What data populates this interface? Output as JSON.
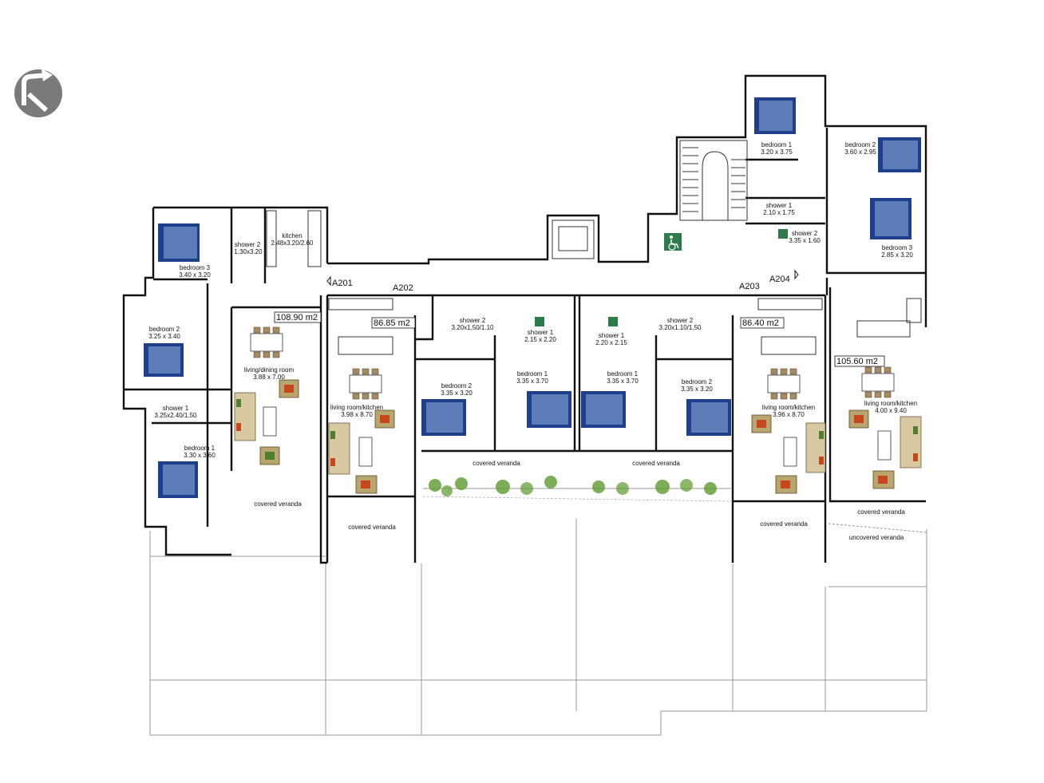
{
  "logo": {
    "icon": "circular-arrow-logo",
    "color": "#7a7a7a"
  },
  "units": [
    {
      "id": "A201",
      "area": "108.90 m2"
    },
    {
      "id": "A202",
      "area": "86.85 m2"
    },
    {
      "id": "A203",
      "area": "86.40 m2"
    },
    {
      "id": "A204",
      "area": "105.60 m2"
    }
  ],
  "rooms": {
    "a201_bedroom3": {
      "name": "bedroom 3",
      "dims": "3.40 x 3.20"
    },
    "a201_shower2": {
      "name": "shower 2",
      "dims": "1.30x3.20"
    },
    "a201_kitchen": {
      "name": "kitchen",
      "dims": "2.48x3.20/2.60"
    },
    "a201_bedroom2": {
      "name": "bedroom 2",
      "dims": "3.25 x 3.40"
    },
    "a201_living": {
      "name": "living/dining room",
      "dims": "3.88 x 7.00"
    },
    "a201_shower1": {
      "name": "shower 1",
      "dims": "3.25x2.40/1.50"
    },
    "a201_bedroom1": {
      "name": "bedroom 1",
      "dims": "3.30 x 3.60"
    },
    "a202_shower2": {
      "name": "shower 2",
      "dims": "3.20x1.50/1.10"
    },
    "a202_shower1": {
      "name": "shower 1",
      "dims": "2.15 x 2.20"
    },
    "a202_living": {
      "name": "living room/kitchen",
      "dims": "3.98 x 8.70"
    },
    "a202_bedroom2": {
      "name": "bedroom 2",
      "dims": "3.35 x 3.20"
    },
    "a202_bedroom1": {
      "name": "bedroom 1",
      "dims": "3.35 x 3.70"
    },
    "a203_shower1": {
      "name": "shower 1",
      "dims": "2.20 x 2.15"
    },
    "a203_shower2": {
      "name": "shower 2",
      "dims": "3.20x1.10/1.50"
    },
    "a203_bedroom1": {
      "name": "bedroom 1",
      "dims": "3.35 x 3.70"
    },
    "a203_bedroom2": {
      "name": "bedroom 2",
      "dims": "3.35 x 3.20"
    },
    "a203_living": {
      "name": "living room/kitchen",
      "dims": "3.96 x 8.70"
    },
    "a204_bedroom1": {
      "name": "bedroom 1",
      "dims": "3.20 x 3.75"
    },
    "a204_bedroom2": {
      "name": "bedroom 2",
      "dims": "3.60 x 2.95"
    },
    "a204_shower1": {
      "name": "shower 1",
      "dims": "2.10 x 1.75"
    },
    "a204_shower2": {
      "name": "shower 2",
      "dims": "3.35 x 1.60"
    },
    "a204_bedroom3": {
      "name": "bedroom 3",
      "dims": "2.85 x 3.20"
    },
    "a204_living": {
      "name": "living room/kitchen",
      "dims": "4.00 x 9.40"
    }
  },
  "verandas": {
    "a201_covered": "covered veranda",
    "a202_covered_outer": "covered veranda",
    "a202_covered_inner": "covered veranda",
    "a203_covered_inner": "covered veranda",
    "a203_covered_outer": "covered veranda",
    "a204_covered": "covered veranda",
    "a204_uncovered": "uncovered veranda"
  },
  "symbols": {
    "accessible": "wheelchair-icon",
    "stairs": "staircase",
    "elevator": "elevator-shaft",
    "colors": {
      "bed": "#1f3f8a",
      "sofa": "#d8c9a3",
      "accent_red": "#c7471d",
      "accent_green": "#4f7f2a",
      "plant": "#5c9a2e"
    }
  }
}
